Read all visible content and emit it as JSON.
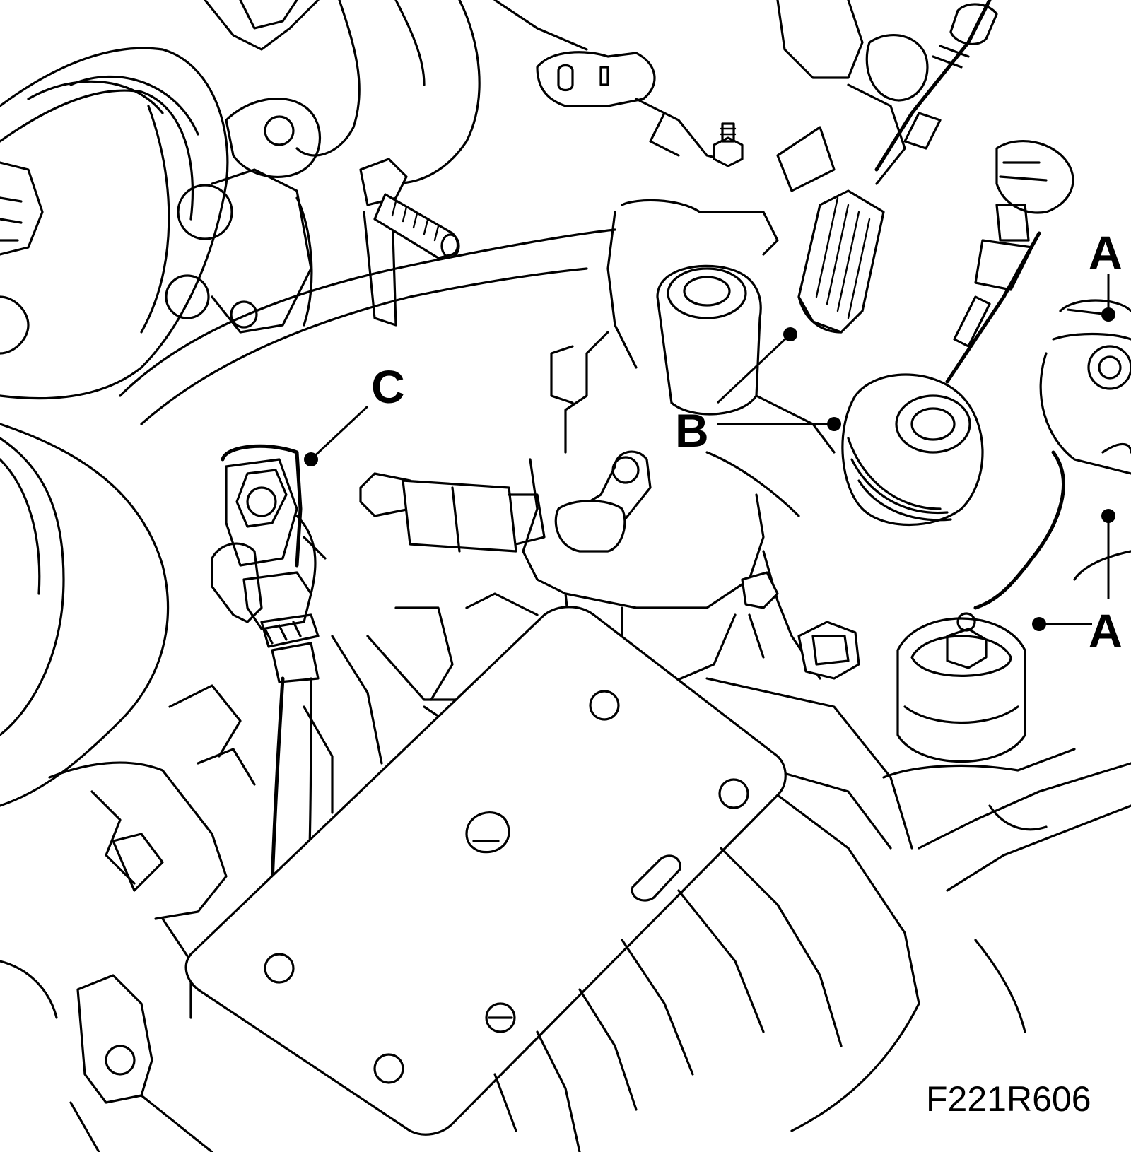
{
  "callouts": {
    "a_top": "A",
    "a_bottom": "A",
    "b": "B",
    "c": "C"
  },
  "figure_code": "F221R606"
}
